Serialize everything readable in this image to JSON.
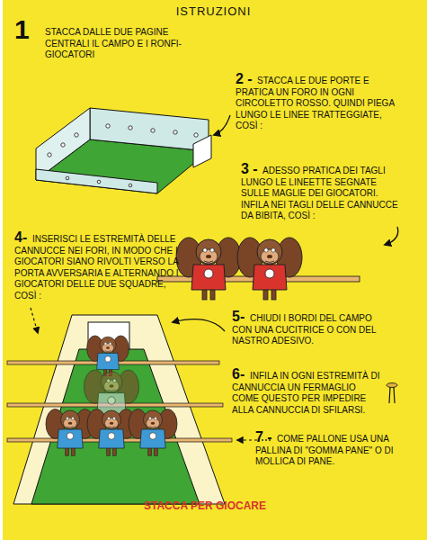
{
  "diagram": {
    "title": "ISTRUZIONI",
    "labels": [
      "1",
      "STACCA DALLE DUE PAGINE CENTRALI IL CAMPO E I RONFI-GIOCATORI",
      "2 -",
      "STACCA LE DUE PORTE E PRATICA UN FORO IN OGNI CIRCOLETTO ROSSO. QUINDI PIEGA LUNGO LE LINEE TRATTEGGIATE, COSÌ :",
      "3 -",
      "ADESSO PRATICA DEI TAGLI LUNGO LE LINEETTE SEGNATE SULLE MAGLIE DEI GIOCATORI. INFILA NEI TAGLI DELLE CANNUCCE DA BIBITA, COSÌ :",
      "4-",
      "INSERISCI LE ESTREMITÀ DELLE CANNUCCE NEI FORI, IN MODO CHE I GIOCATORI SIANO RIVOLTI VERSO LA PORTA AVVERSARIA E ALTERNANDO I GIOCATORI DELLE DUE SQUADRE, COSÌ :",
      "5-",
      "CHIUDI I BORDI DEL CAMPO CON UNA CUCITRICE O CON DEL NASTRO ADESIVO.",
      "6-",
      "INFILA IN OGNI ESTREMITÀ DI CANNUCCIA UN FERMAGLIO COME QUESTO PER IMPEDIRE ALLA CANNUCCIA DI SFILARSI.",
      "7 -",
      "COME PALLONE USA UNA PALLINA DI \"GOMMA PANE\" O DI MOLLICA DI PANE.",
      "STACCA PER GIOCARE"
    ]
  }
}
